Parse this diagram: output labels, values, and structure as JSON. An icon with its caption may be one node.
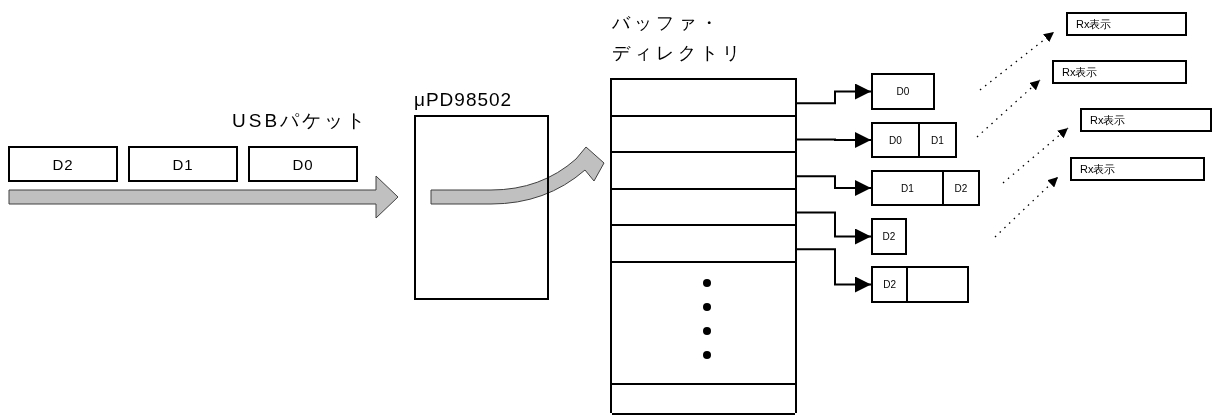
{
  "diagram": {
    "nodes": [
      {
        "text": [
          "D2"
        ]
      },
      {
        "text": [
          "D1"
        ]
      },
      {
        "text": [
          "D0"
        ]
      },
      {
        "text": [
          "μPD98502"
        ]
      },
      {
        "text": [
          "バッファ・ディレクトリ"
        ]
      },
      {
        "text": [],
        "shape": "box",
        "in": 4
      },
      {
        "text": [],
        "shape": "box",
        "in": 4
      },
      {
        "text": [],
        "shape": "box",
        "in": 4
      },
      {
        "text": [],
        "shape": "box",
        "in": 4
      },
      {
        "text": [],
        "shape": "box",
        "in": 4
      },
      {
        "text": [],
        "shape": "box",
        "in": 4
      },
      {
        "text": [],
        "shape": "box",
        "in": 4
      },
      {
        "text": [
          "D0"
        ]
      },
      {
        "text": [
          "D0",
          "D1"
        ]
      },
      {
        "text": [
          "D1",
          "D2"
        ]
      },
      {
        "text": [
          "D2"
        ]
      },
      {
        "text": [
          "D2"
        ]
      },
      {
        "text": [
          "Rx表示"
        ]
      },
      {
        "text": [
          "Rx表示"
        ]
      },
      {
        "text": [
          "Rx表示"
        ]
      },
      {
        "text": [
          "Rx表示"
        ]
      }
    ],
    "edges": [
      {
        "from": null,
        "to": 3,
        "arrow": "to",
        "style": "thick",
        "color": "#c0c0c0"
      },
      {
        "from": 3,
        "to": 4,
        "arrow": "to",
        "style": "thick",
        "color": "#c0c0c0"
      },
      {
        "from": 5,
        "to": 12,
        "arrow": "to"
      },
      {
        "from": 6,
        "to": 13,
        "arrow": "to"
      },
      {
        "from": 7,
        "to": 14,
        "arrow": "to"
      },
      {
        "from": 8,
        "to": 15,
        "arrow": "to"
      },
      {
        "from": 9,
        "to": 16,
        "arrow": "to"
      },
      {
        "from": null,
        "to": 17,
        "arrow": "to",
        "style": "dashed"
      },
      {
        "from": null,
        "to": 18,
        "arrow": "to",
        "style": "dashed"
      },
      {
        "from": null,
        "to": 19,
        "arrow": "to",
        "style": "dashed"
      },
      {
        "from": null,
        "to": 20,
        "arrow": "to",
        "style": "dashed"
      }
    ],
    "labels": [
      "USBパケット"
    ]
  }
}
